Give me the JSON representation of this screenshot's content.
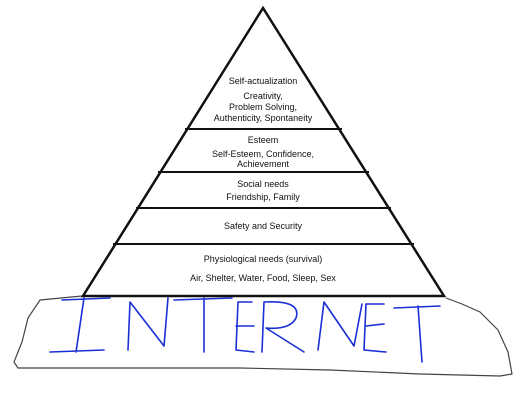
{
  "levels": {
    "self_actualization": {
      "title": "Self-actualization",
      "lines": [
        "Creativity,",
        "Problem Solving,",
        "Authenticity, Spontaneity"
      ]
    },
    "esteem": {
      "title": "Esteem",
      "lines": [
        "Self-Esteem, Confidence,",
        "Achievement"
      ]
    },
    "social": {
      "title": "Social needs",
      "lines": [
        "Friendship, Family"
      ]
    },
    "safety": {
      "title": "Safety and Security"
    },
    "physiological": {
      "title": "Physiological needs (survival)",
      "lines": [
        "Air, Shelter, Water, Food, Sleep, Sex"
      ]
    }
  },
  "foundation": {
    "text": "INTERNET"
  },
  "colors": {
    "pyramid_stroke": "#111111",
    "rock_stroke": "#444444",
    "handwriting": "#1a2fd6"
  }
}
